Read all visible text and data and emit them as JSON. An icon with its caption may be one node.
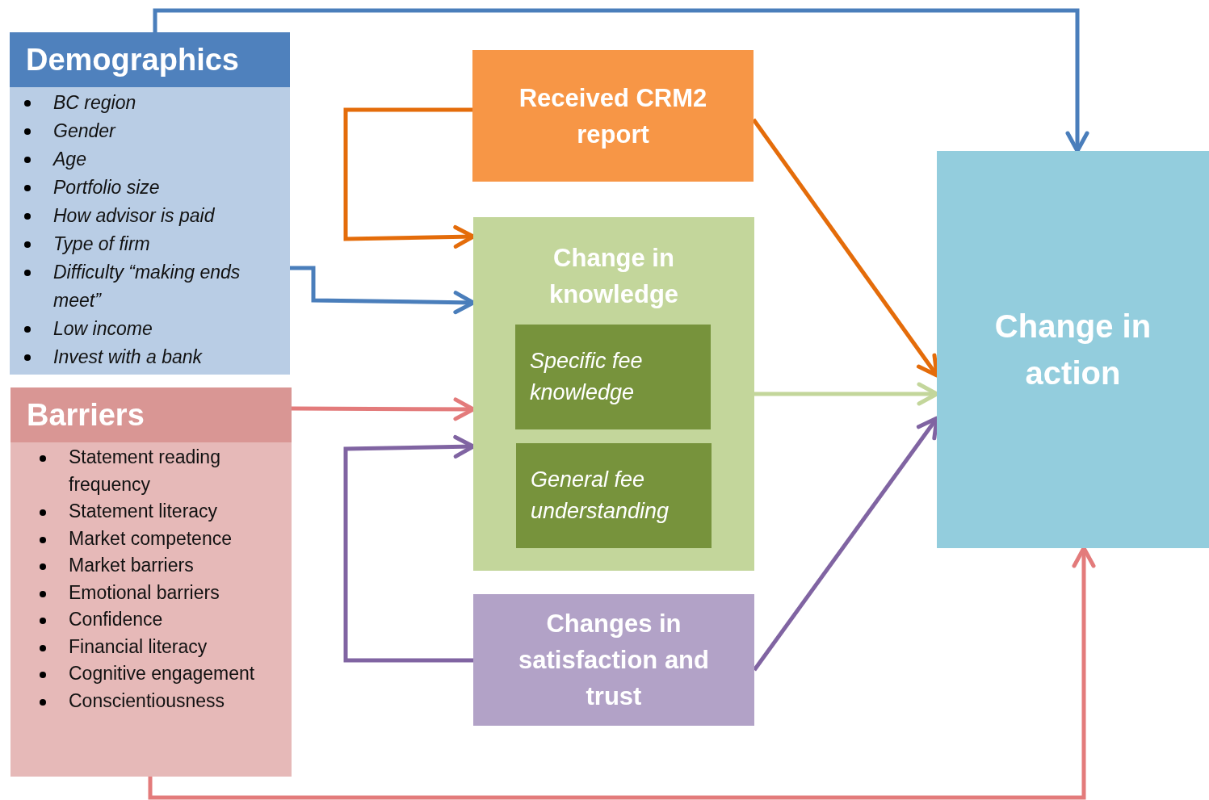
{
  "diagram": {
    "nodes": [
      {
        "text": [
          "Demographics",
          "BC region",
          "Gender",
          "Age",
          "Portfolio size",
          "How advisor is paid",
          "Type of firm",
          "Difficulty “making ends meet”",
          "Low income",
          "Invest with a bank"
        ]
      },
      {
        "text": [
          "Barriers",
          "Statement reading frequency",
          "Statement literacy",
          "Market competence",
          "Market barriers",
          "Emotional barriers",
          "Confidence",
          "Financial literacy",
          "Cognitive engagement",
          "Conscientiousness"
        ]
      },
      {
        "text": [
          "Received CRM2 report"
        ]
      },
      {
        "text": [
          "Change in knowledge"
        ]
      },
      {
        "text": [
          "Specific fee knowledge"
        ],
        "in": 3
      },
      {
        "text": [
          "General fee understanding"
        ],
        "in": 3
      },
      {
        "text": [
          "Changes in satisfaction and trust"
        ]
      },
      {
        "text": [
          "Change in action"
        ]
      }
    ],
    "edges": [
      {
        "from": 0,
        "to": 7,
        "arrow": "to",
        "color": "#4a7ebb"
      },
      {
        "from": 2,
        "to": 3,
        "arrow": "to",
        "color": "#e46c0a"
      },
      {
        "from": 2,
        "to": 7,
        "arrow": "to",
        "color": "#e46c0a"
      },
      {
        "from": 0,
        "to": 3,
        "arrow": "to",
        "color": "#4a7ebb"
      },
      {
        "from": 1,
        "to": 3,
        "arrow": "to",
        "color": "#e37b7b"
      },
      {
        "from": 6,
        "to": 3,
        "arrow": "to",
        "color": "#8064a2"
      },
      {
        "from": 3,
        "to": 7,
        "arrow": "to",
        "color": "#c3d69b"
      },
      {
        "from": 6,
        "to": 7,
        "arrow": "to",
        "color": "#8064a2"
      },
      {
        "from": 1,
        "to": 7,
        "arrow": "to",
        "color": "#e37b7b"
      }
    ]
  }
}
